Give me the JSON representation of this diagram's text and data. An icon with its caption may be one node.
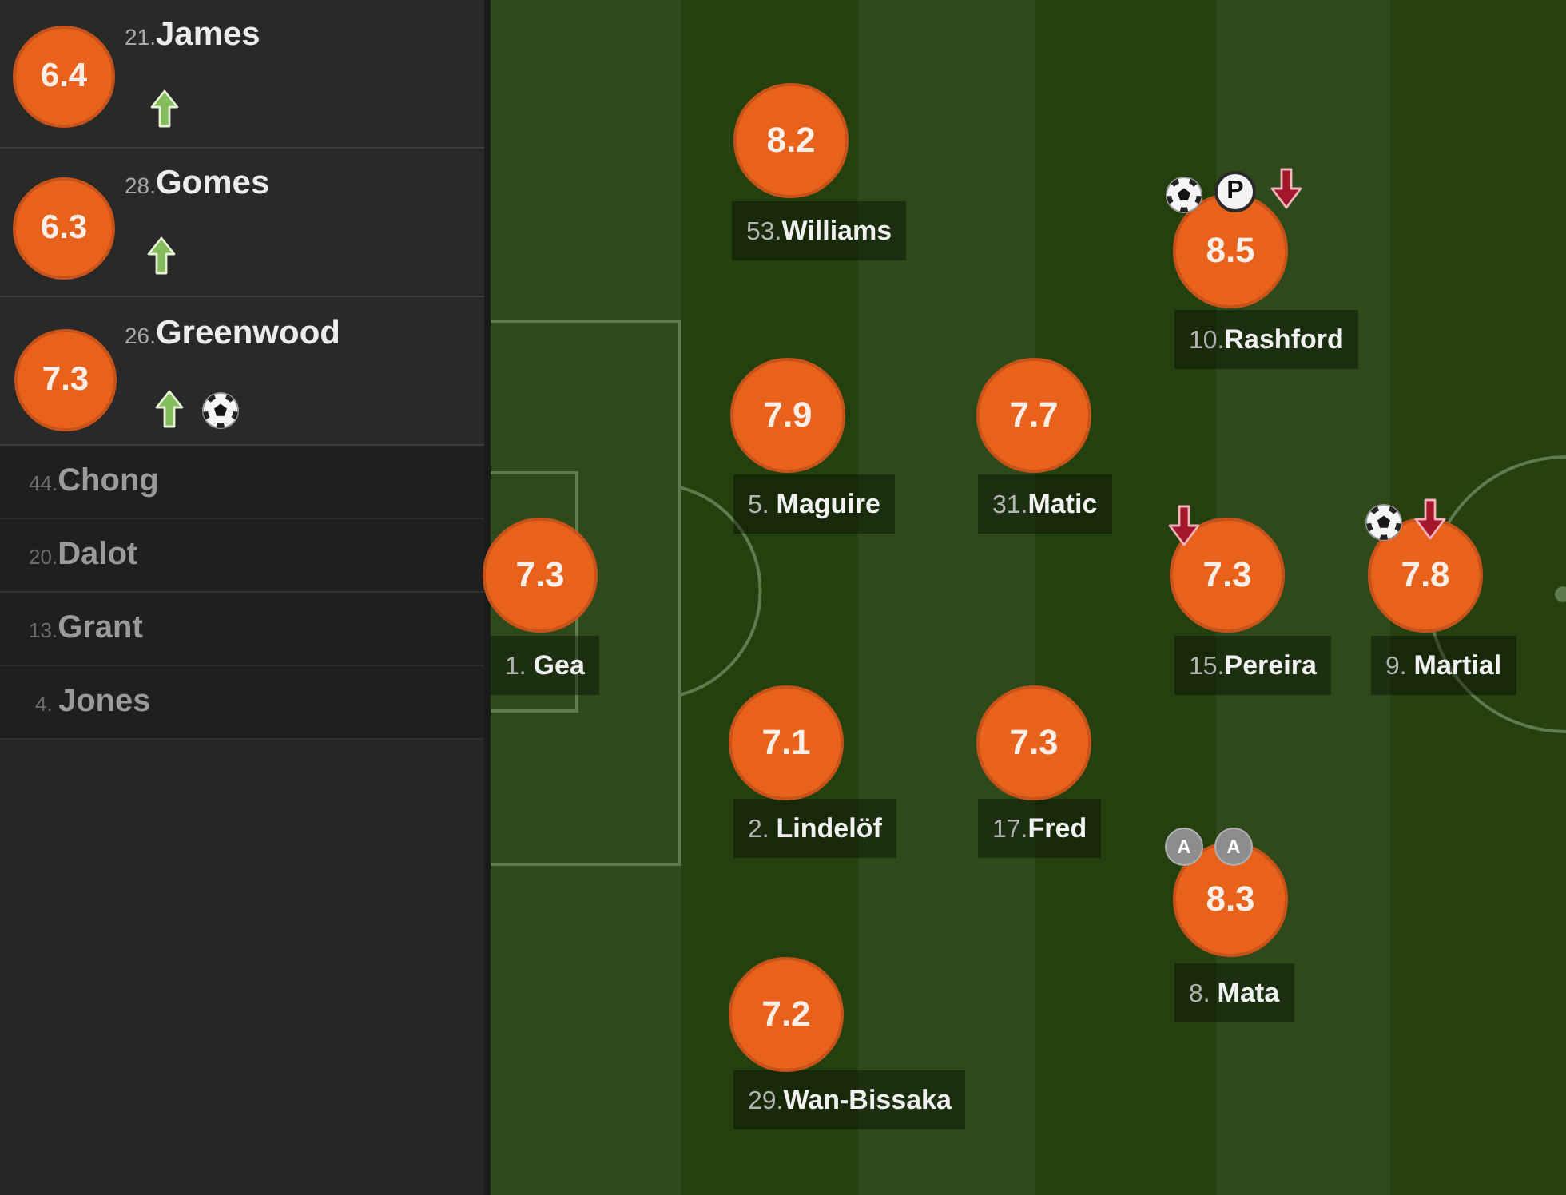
{
  "diagram": {
    "nodes": [
      {
        "text": [
          "6.4"
        ],
        "beside": [
          "21.**James**"
        ]
      },
      {
        "text": [
          "6.3"
        ],
        "beside": [
          "28.**Gomes**"
        ]
      },
      {
        "text": [
          "7.3"
        ],
        "beside": [
          "26.**Greenwood**"
        ]
      },
      {
        "text": [
          "8.2"
        ],
        "beside": [
          "53.**Williams**"
        ]
      },
      {
        "text": [
          "P"
        ]
      },
      {
        "text": [
          "8.5"
        ],
        "beside": [
          "10.**Rashford**"
        ]
      },
      {
        "text": [
          "7.9"
        ],
        "beside": [
          "5. **Maguire**"
        ]
      },
      {
        "text": [
          "7.7"
        ],
        "beside": [
          "31.**Matic**"
        ]
      },
      {
        "text": [
          "7.3"
        ],
        "beside": [
          "1. **Gea**"
        ]
      },
      {
        "text": [
          "7.3"
        ],
        "beside": [
          "15.**Pereira**"
        ]
      },
      {
        "text": [
          "7.8"
        ],
        "beside": [
          "9. **Martial**"
        ]
      },
      {
        "text": [
          "7.1"
        ],
        "beside": [
          "2. **Lindelöf**"
        ]
      },
      {
        "text": [
          "7.3"
        ],
        "beside": [
          "17.**Fred**"
        ]
      },
      {
        "text": [
          "A"
        ]
      },
      {
        "text": [
          "A"
        ]
      },
      {
        "text": [
          "8.3"
        ],
        "beside": [
          "8. **Mata**"
        ]
      },
      {
        "text": [
          "7.2"
        ],
        "beside": [
          "29.**Wan-Bissaka**"
        ]
      }
    ],
    "labels": [
      "44.**Chong**",
      "20.**Dalot**",
      "13.**Grant**",
      "4. **Jones**"
    ]
  }
}
